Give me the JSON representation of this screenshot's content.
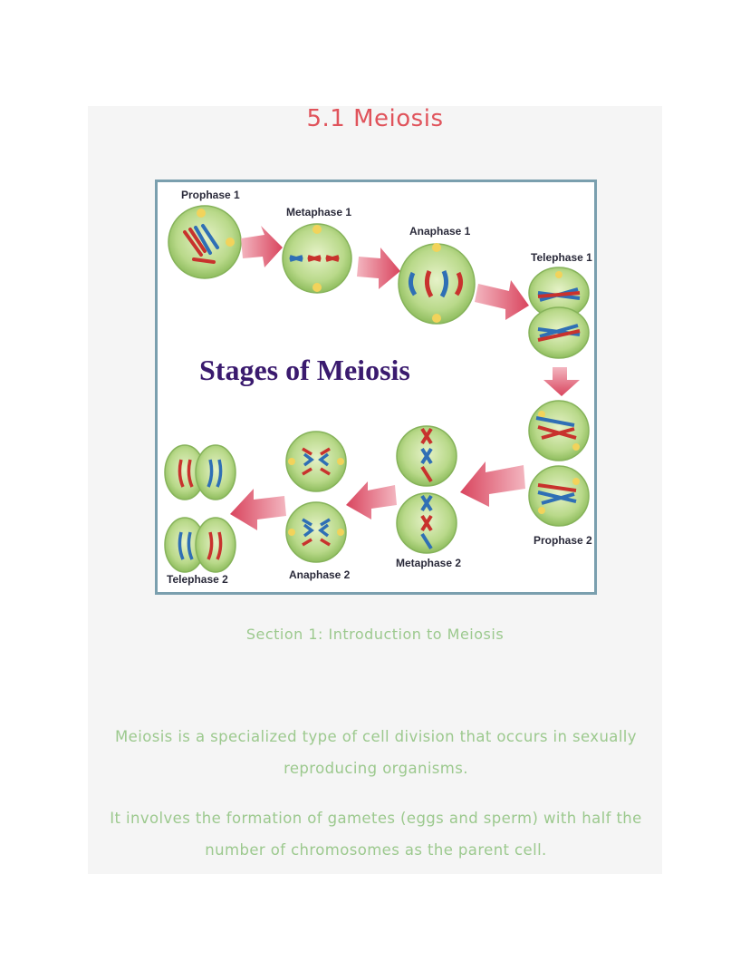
{
  "page": {
    "title": "5.1 Meiosis",
    "section_heading": "Section 1: Introduction to Meiosis",
    "paragraphs": [
      "Meiosis is a specialized type of cell division that occurs in sexually reproducing organisms.",
      "It involves the formation of gametes (eggs and sperm) with half the number of chromosomes as the parent cell."
    ]
  },
  "figure": {
    "title": "Stages of Meiosis",
    "stages": [
      "Prophase 1",
      "Metaphase 1",
      "Anaphase 1",
      "Telephase 1",
      "Prophase 2",
      "Metaphase 2",
      "Anaphase 2",
      "Telephase 2"
    ],
    "colors": {
      "cell_fill": "#b9d98a",
      "cell_edge": "#86b35a",
      "arrow": "#d9455e",
      "chromosome_red": "#c8322d",
      "chromosome_blue": "#2f6fb5",
      "frame": "#7a9fae",
      "title": "#3a1a6e"
    }
  }
}
